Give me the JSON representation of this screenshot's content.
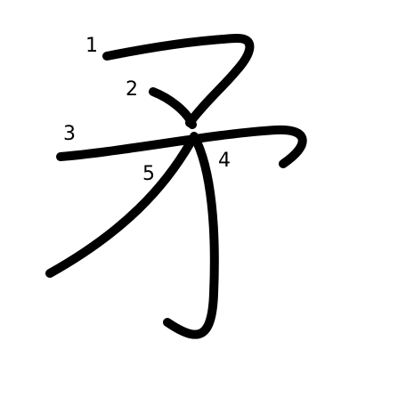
{
  "strokes": [
    {
      "order": "1"
    },
    {
      "order": "2"
    },
    {
      "order": "3"
    },
    {
      "order": "4"
    },
    {
      "order": "5"
    }
  ],
  "colors": {
    "background": "#ffffff",
    "ink": "#000000",
    "label": "#000000"
  }
}
